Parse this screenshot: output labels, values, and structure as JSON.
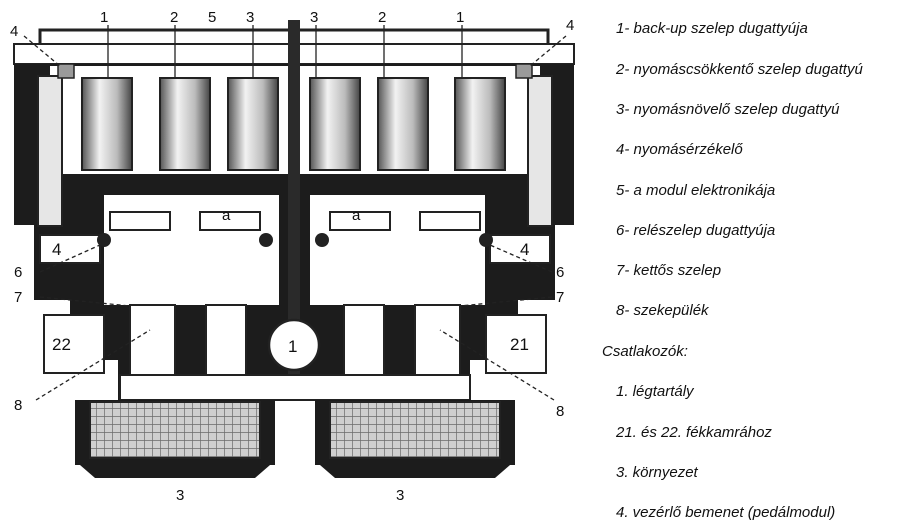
{
  "legend": {
    "items": [
      "1- back-up szelep dugattyúja",
      "2- nyomáscsökkentő szelep dugattyú",
      "3- nyomásnövelő szelep dugattyú",
      "4- nyomásérzékelő",
      "5- a modul elektronikája",
      "6- relészelep dugattyúja",
      "7- kettős szelep",
      "8- szekepülék"
    ],
    "connectors_heading": "Csatlakozók:",
    "connectors": [
      "1. légtartály",
      "21. és 22. fékkamrához",
      "3. környezet",
      "4. vezérlő bemenet (pedálmodul)"
    ]
  },
  "diagram": {
    "top_labels": [
      "4",
      "1",
      "2",
      "5",
      "3",
      "3",
      "2",
      "1",
      "4"
    ],
    "side_left": [
      "6",
      "7",
      "8"
    ],
    "side_right": [
      "6",
      "7",
      "8"
    ],
    "port_inner_left": "4",
    "port_inner_right": "4",
    "chamber_a_left": "a",
    "chamber_a_right": "a",
    "port_22": "22",
    "port_21": "21",
    "port_1": "1",
    "bottom_labels": [
      "3",
      "3"
    ]
  }
}
